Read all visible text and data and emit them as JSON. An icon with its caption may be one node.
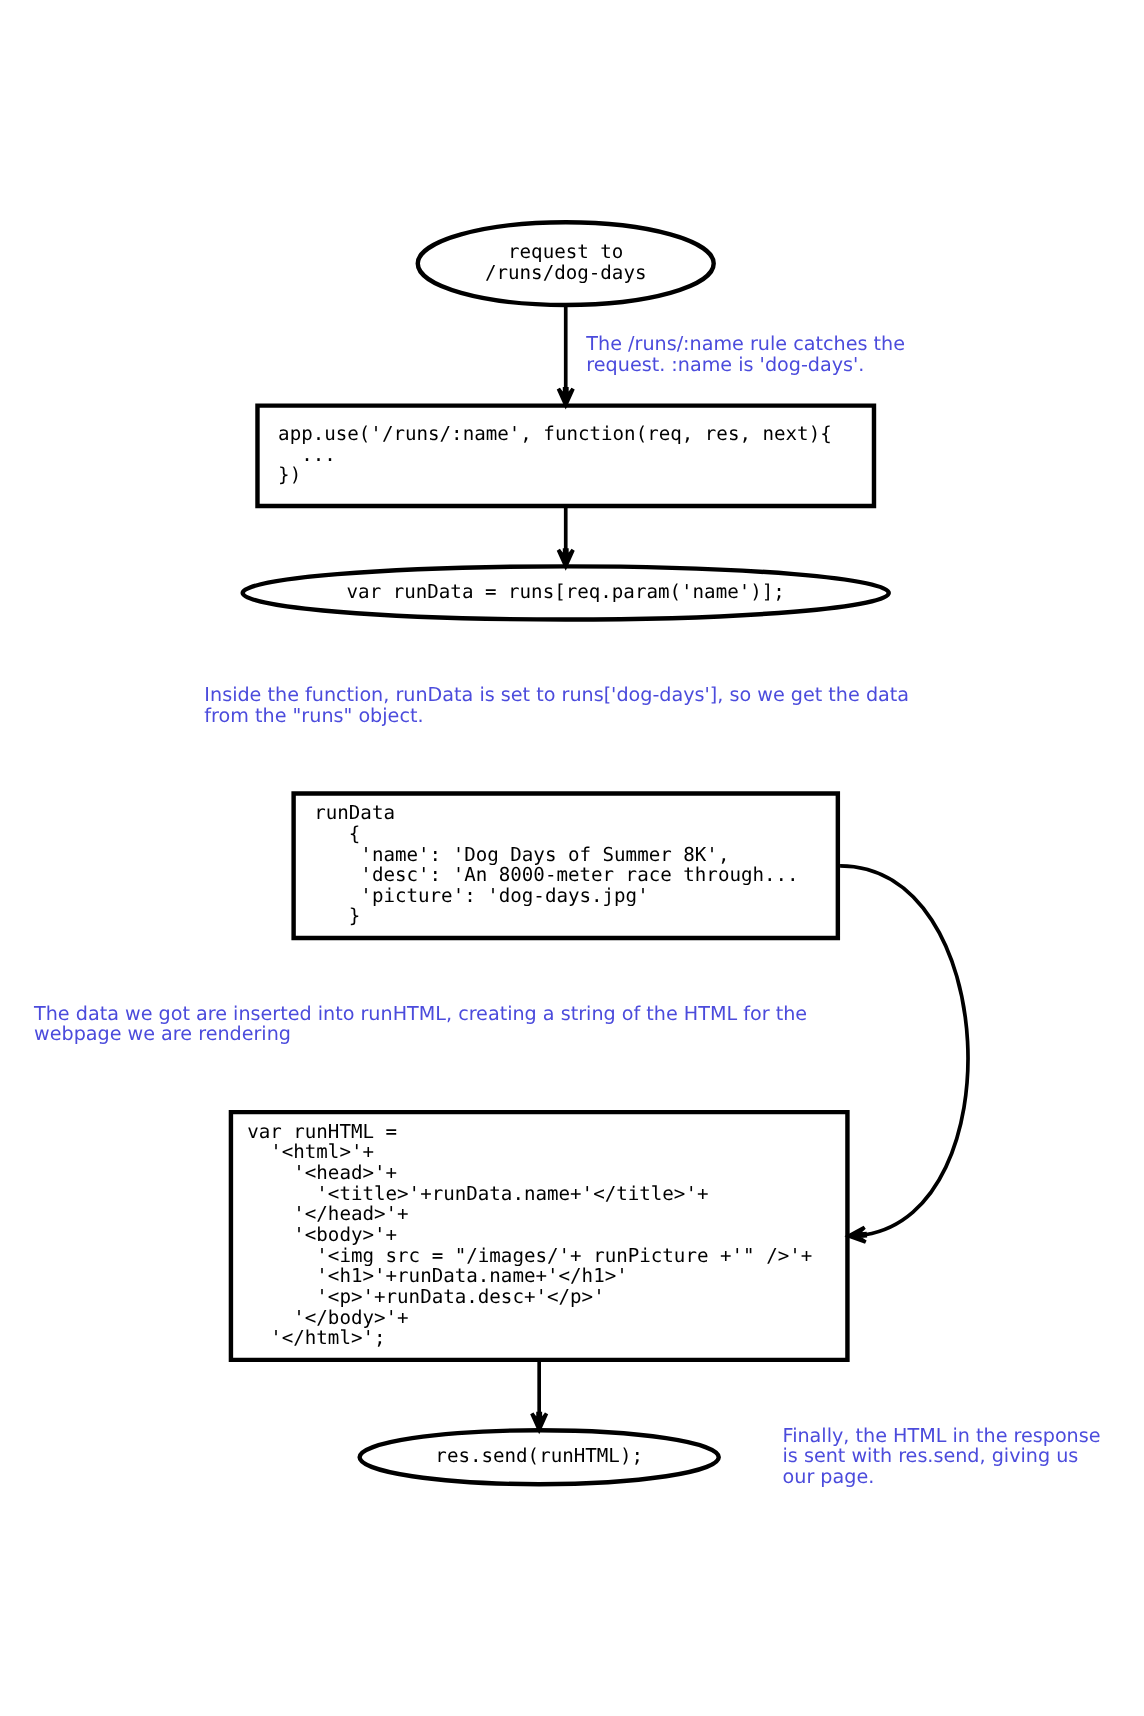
{
  "diagram": {
    "nodes": [
      {
        "text": [
          "request to /runs/dog-days"
        ]
      },
      {
        "text": [
          "app.use('/runs/:name', function(req, res, next){",
          "...",
          "})"
        ]
      },
      {
        "text": [
          "var runData = runs[req.param('name')];"
        ]
      },
      {
        "text": [
          "runData",
          "{",
          "'name': 'Dog Days of Summer 8K',",
          "'desc': 'An 8000-meter race through...",
          "'picture': 'dog-days.jpg'",
          "}"
        ]
      },
      {
        "text": [
          "var runHTML =",
          "'<html>'+",
          "'<head>'+",
          "'<title>'+runData.name+'</title>'+",
          "'</head>'+",
          "'<body>'+",
          "'<img src = \"/images/'+ runPicture +'\" />'+",
          "'<h1>'+runData.name+'</h1>'",
          "'<p>'+runData.desc+'</p>'",
          "'</body>'+",
          "'</html>';"
        ]
      },
      {
        "text": [
          "res.send(runHTML);"
        ],
        "beside": [
          "Finally, the HTML in the response is sent with res.send, giving us our page."
        ]
      }
    ],
    "edges": [
      {
        "from": 0,
        "to": 1,
        "arrow": "to",
        "label": "The /runs/:name rule catches the request. :name is 'dog-days'."
      },
      {
        "from": 1,
        "to": 2,
        "arrow": "to"
      },
      {
        "from": 3,
        "to": 4,
        "arrow": "to"
      },
      {
        "from": 4,
        "to": 5,
        "arrow": "to"
      }
    ],
    "labels": [
      "Inside the function, runData is set to runs['dog-days'], so we get the data from the \"runs\" object.",
      "The data we got are inserted into runHTML, creating a string of the HTML for the webpage we are rendering"
    ]
  }
}
